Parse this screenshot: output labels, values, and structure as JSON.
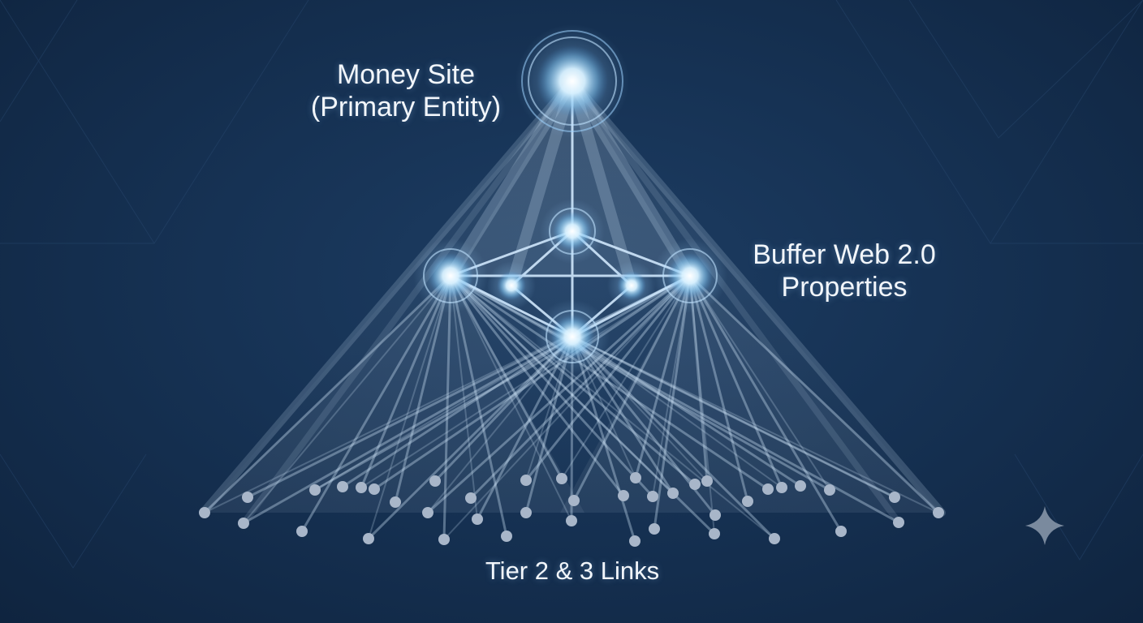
{
  "labels": {
    "money_site": [
      "Money Site",
      "(Primary Entity)"
    ],
    "buffer": [
      "Buffer Web 2.0",
      "Properties"
    ],
    "tiers": "Tier 2 & 3 Links"
  },
  "colors": {
    "background": "#163254",
    "node_glow": "#bfe6ff",
    "beam": "#cfe8ff",
    "dot": "#aab8cb"
  },
  "icons": [
    "sparkle-icon"
  ]
}
